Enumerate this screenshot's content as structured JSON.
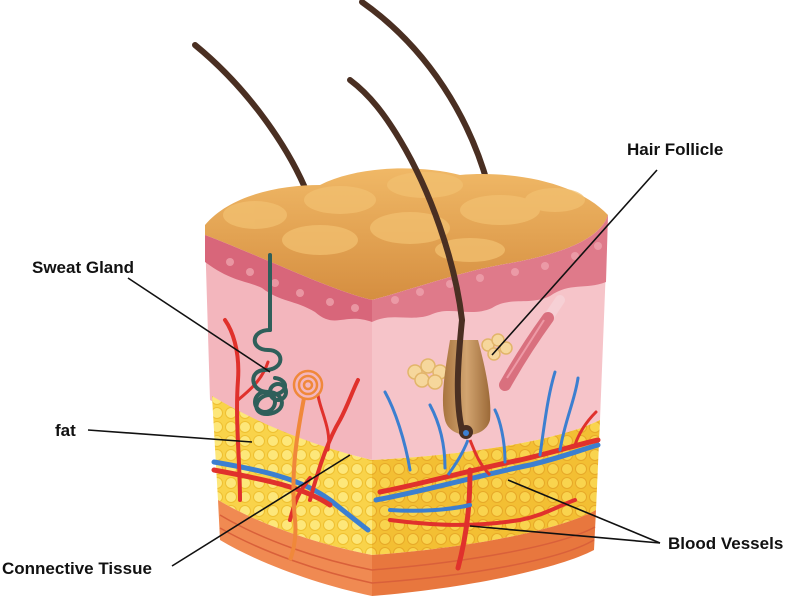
{
  "labels": {
    "hair_follicle": "Hair Follicle",
    "sweat_gland": "Sweat Gland",
    "fat": "fat",
    "connective_tissue": "Connective Tissue",
    "blood_vessels": "Blood Vessels"
  },
  "colors": {
    "epidermis_top": "#e9a957",
    "epidermis_dark": "#c9823a",
    "dermis": "#f3b6bd",
    "dermis_dark": "#e79aa4",
    "papillary": "#d8667a",
    "fat": "#f9d34a",
    "fat_dark": "#f1b62e",
    "connective": "#f08a52",
    "artery": "#e0312c",
    "vein": "#3c7fd0",
    "hair": "#4a2f22",
    "follicle": "#b98752",
    "sweat_gland": "#2f5f5a",
    "leader_line": "#111111"
  }
}
